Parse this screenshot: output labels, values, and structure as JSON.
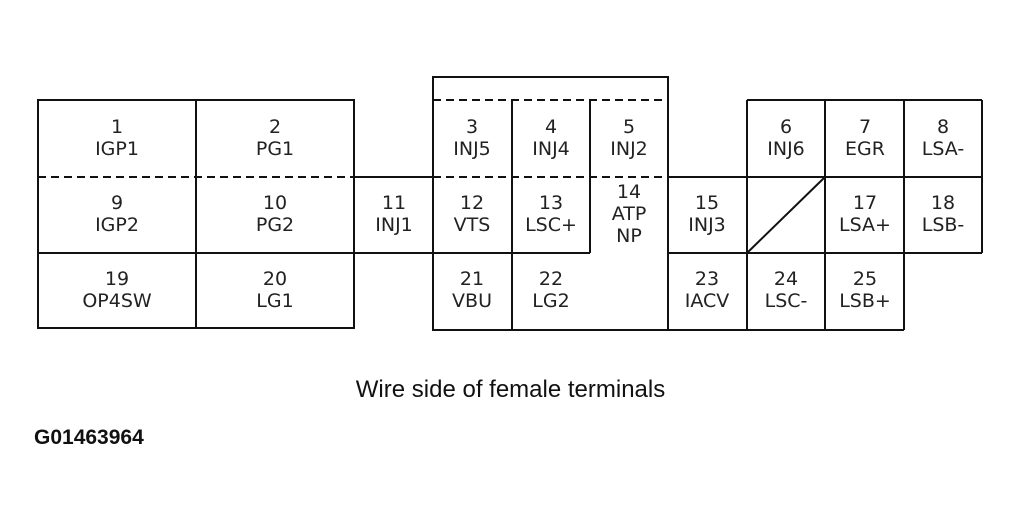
{
  "terminals": [
    {
      "number": "1",
      "signal": "IGP1"
    },
    {
      "number": "2",
      "signal": "PG1"
    },
    {
      "number": "3",
      "signal": "INJ5"
    },
    {
      "number": "4",
      "signal": "INJ4"
    },
    {
      "number": "5",
      "signal": "INJ2"
    },
    {
      "number": "6",
      "signal": "INJ6"
    },
    {
      "number": "7",
      "signal": "EGR"
    },
    {
      "number": "8",
      "signal": "LSA-"
    },
    {
      "number": "9",
      "signal": "IGP2"
    },
    {
      "number": "10",
      "signal": "PG2"
    },
    {
      "number": "11",
      "signal": "INJ1"
    },
    {
      "number": "12",
      "signal": "VTS"
    },
    {
      "number": "13",
      "signal": "LSC+"
    },
    {
      "number": "14",
      "signal": "ATP NP"
    },
    {
      "number": "15",
      "signal": "INJ3"
    },
    {
      "number": "17",
      "signal": "LSA+"
    },
    {
      "number": "18",
      "signal": "LSB-"
    },
    {
      "number": "19",
      "signal": "OP4SW"
    },
    {
      "number": "20",
      "signal": "LG1"
    },
    {
      "number": "21",
      "signal": "VBU"
    },
    {
      "number": "22",
      "signal": "LG2"
    },
    {
      "number": "23",
      "signal": "IACV"
    },
    {
      "number": "24",
      "signal": "LSC-"
    },
    {
      "number": "25",
      "signal": "LSB+"
    }
  ],
  "caption": "Wire side of female terminals",
  "figure_id": "G01463964"
}
